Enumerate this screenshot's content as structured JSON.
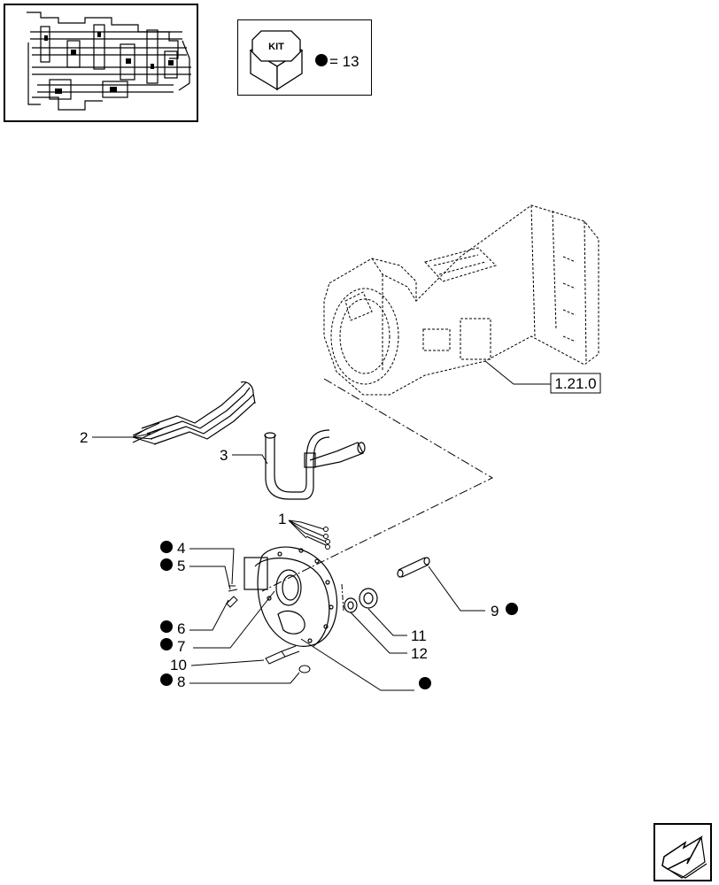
{
  "thumbnail": {
    "icon": "transmission-section-thumbnail"
  },
  "kit": {
    "badge_text": "KIT",
    "equals_text": "= 13"
  },
  "reference": {
    "label": "1.21.0"
  },
  "callouts": {
    "c1": "1",
    "c2": "2",
    "c3": "3",
    "c4": "4",
    "c5": "5",
    "c6": "6",
    "c7": "7",
    "c8": "8",
    "c9": "9",
    "c10": "10",
    "c11": "11",
    "c12": "12"
  },
  "nav": {
    "icon": "previous-page-arrow-icon"
  }
}
